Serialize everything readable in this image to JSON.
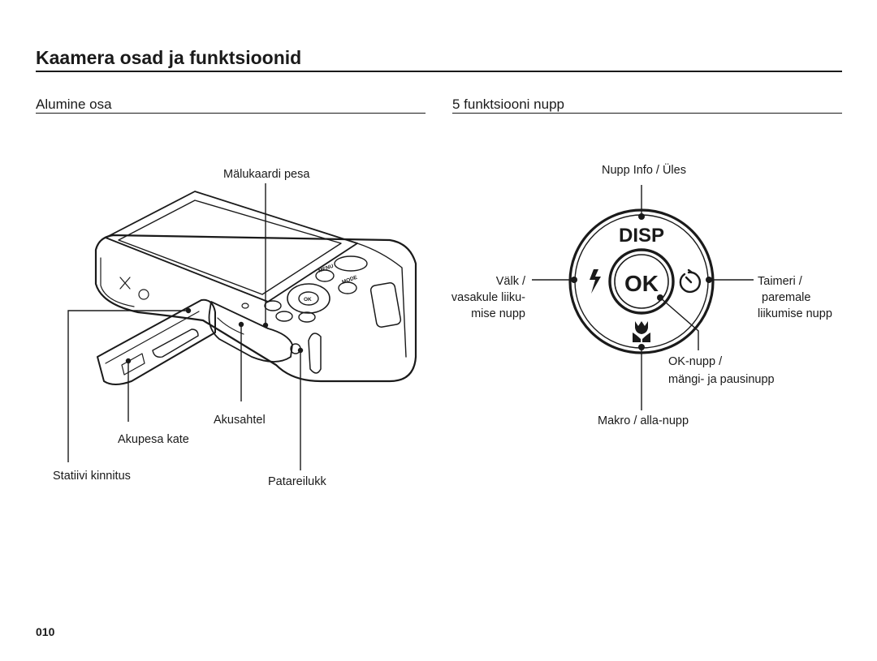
{
  "page_title": "Kaamera osad ja funktsioonid",
  "sections": {
    "bottom": {
      "title": "Alumine osa",
      "labels": {
        "card_slot": "Mälukaardi pesa",
        "battery_chamber": "Akusahtel",
        "battery_cover": "Akupesa kate",
        "tripod_mount": "Statiivi kinnitus",
        "battery_lock": "Patareilukk"
      },
      "camera_buttons": {
        "menu": "MENU",
        "mode": "MODE",
        "ok": "OK"
      }
    },
    "five_function": {
      "title": "5 funktsiooni nupp",
      "dial": {
        "disp": "DISP",
        "ok": "OK"
      },
      "labels": {
        "info_up": "Nupp Info / Üles",
        "flash_line1": "Välk /",
        "flash_line2": "vasakule liiku-",
        "flash_line3": "mise nupp",
        "timer_line1": "Taimeri /",
        "timer_line2": "paremale",
        "timer_line3": "liikumise nupp",
        "ok_line1": "OK-nupp /",
        "ok_line2": "mängi- ja pausinupp",
        "macro_down": "Makro / alla-nupp"
      }
    }
  },
  "page_number": "010"
}
